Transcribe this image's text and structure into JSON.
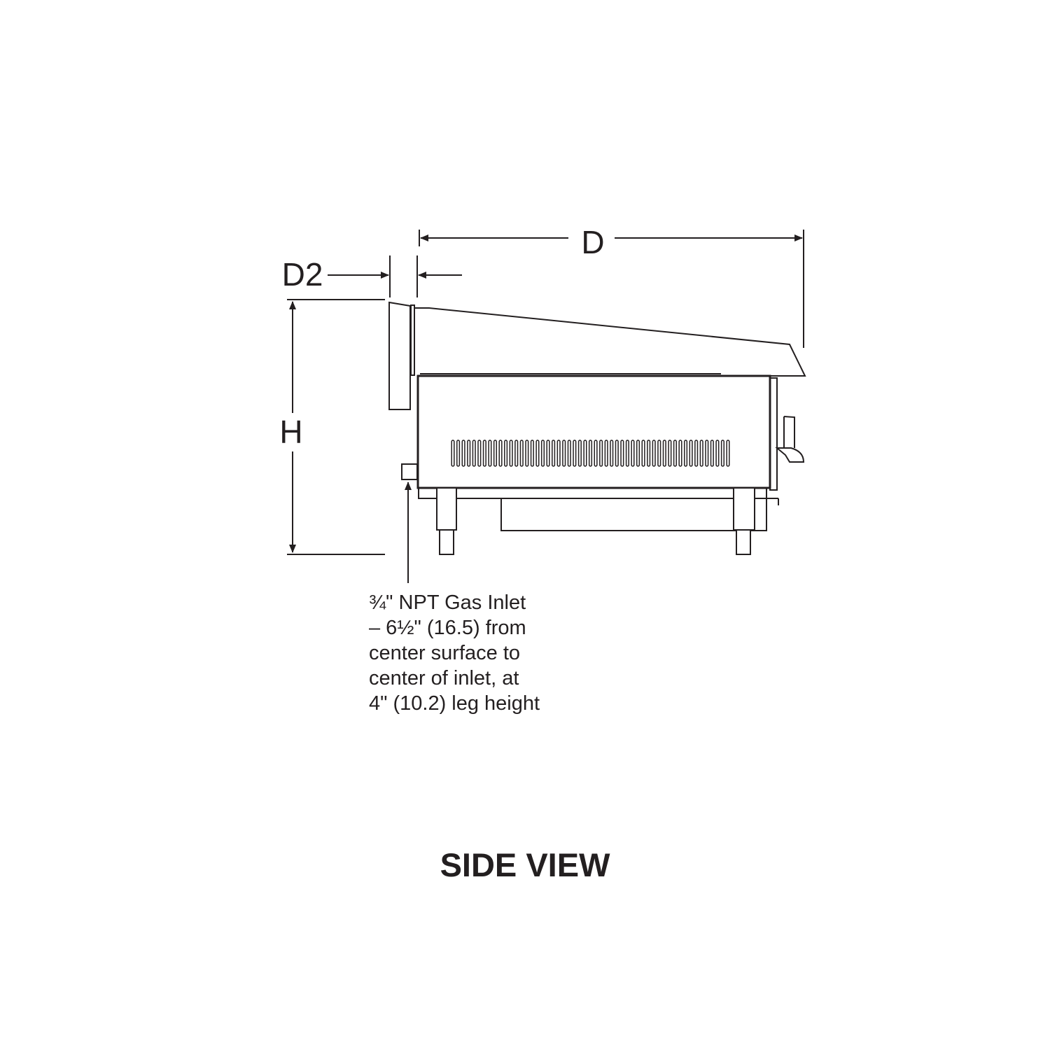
{
  "dimensions": {
    "depth": "D",
    "depth2": "D2",
    "height": "H"
  },
  "gas_inlet_note": [
    "¾\" NPT Gas Inlet",
    "– 6½\" (16.5) from",
    "center surface to",
    "center of inlet, at",
    "4\" (10.2) leg height"
  ],
  "title": "SIDE VIEW",
  "vent_slot_count": 53,
  "colors": {
    "ink": "#231f20"
  }
}
